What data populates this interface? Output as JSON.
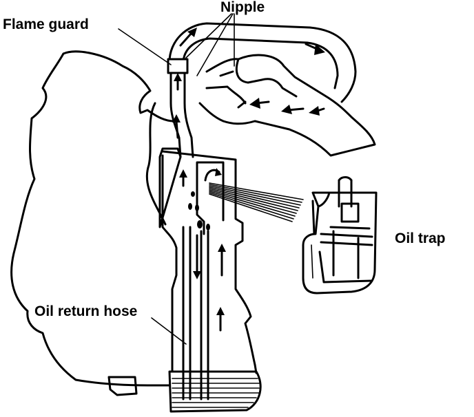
{
  "labels": {
    "nipple": "Nipple",
    "flame_guard": "Flame  guard",
    "oil_trap": "Oil trap",
    "oil_return_hose": "Oil return hose"
  },
  "colors": {
    "ink": "#000000",
    "paper": "#ffffff"
  }
}
